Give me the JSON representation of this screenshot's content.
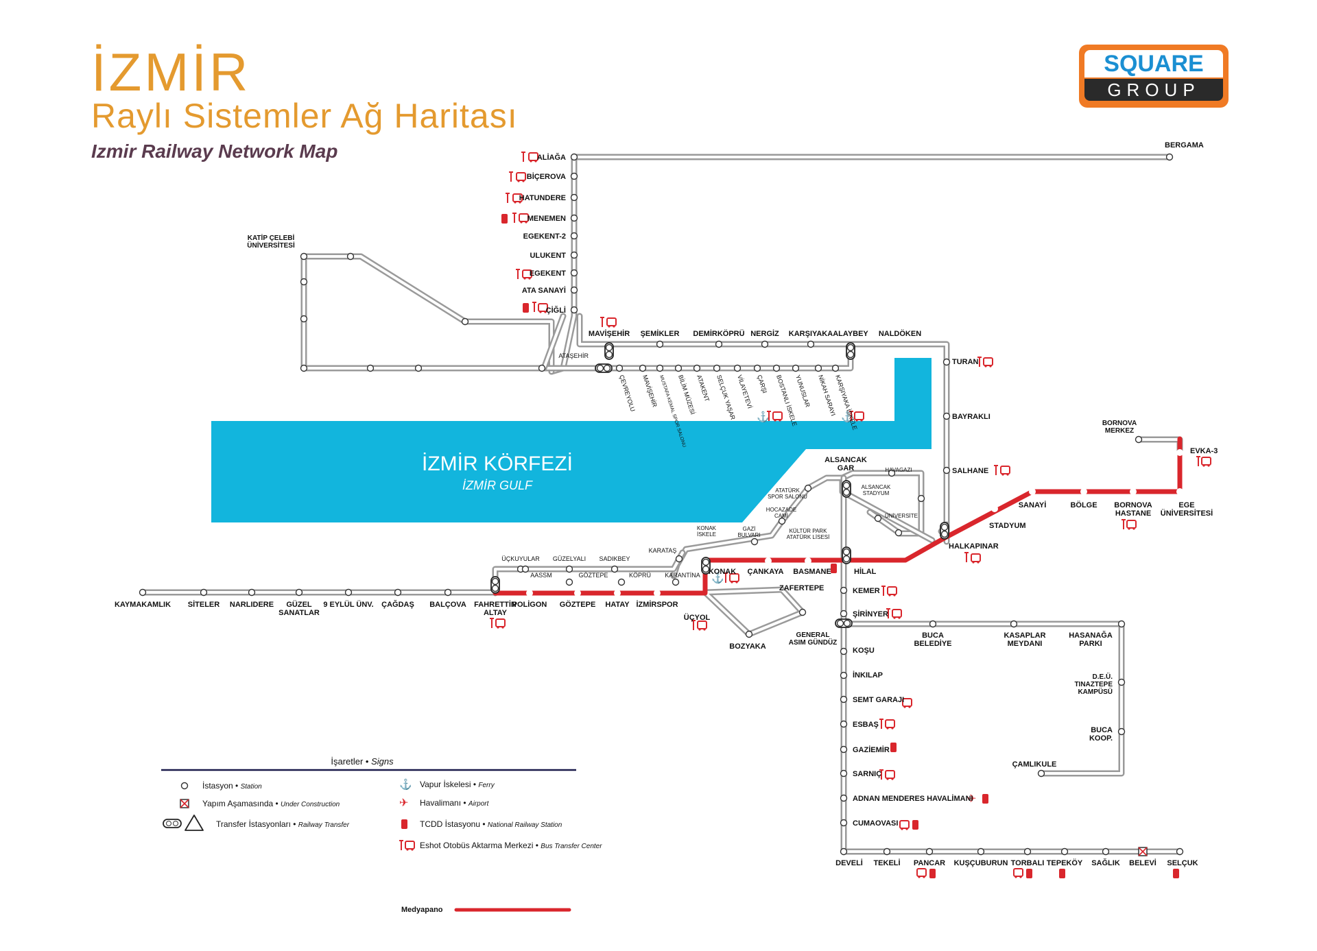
{
  "header": {
    "title": "İZMİR",
    "subtitle": "Raylı Sistemler Ağ Haritası",
    "subtitle_en": "Izmir Railway Network Map"
  },
  "logo": {
    "top": "SQUARE",
    "bottom": "GROUP"
  },
  "gulf": {
    "name": "İZMİR KÖRFEZİ",
    "name_en": "İZMİR GULF",
    "color": "#12b5dd"
  },
  "colors": {
    "line": "#9a9a9a",
    "line_fill": "#ffffff",
    "highlight": "#d9262c",
    "icon_red": "#d9262c",
    "legend_rule": "#1a1a4a"
  },
  "stations": {
    "izban_north": [
      "ALİAĞA",
      "BİÇEROVA",
      "HATUNDERE",
      "MENEMEN",
      "EGEKENT-2",
      "ULUKENT",
      "EGEKENT",
      "ATA SANAYİ",
      "ÇİĞLİ"
    ],
    "bergama": "BERGAMA",
    "katip": "KATİP ÇELEBİ ÜNİVERSİTESİ",
    "north_shore": [
      "MAVİŞEHİR",
      "ŞEMİKLER",
      "DEMİRKÖPRÜ",
      "NERGİZ",
      "KARŞIYAKA",
      "ALAYBEY",
      "NALDÖKEN"
    ],
    "atasehir": "ATAŞEHİR",
    "tram_karsiyaka": [
      "ÇEVREYOLU",
      "MAVİŞEHİR",
      "MUSTAFA KEMAL SPOR SALONU",
      "BİLİM MÜZESİ",
      "ATAKENT",
      "SELÇUK YAŞAR",
      "VİLAYETEVİ",
      "ÇARŞI",
      "BOSTANLI İSKELE",
      "YUNUSLAR",
      "NİKAH SARAYI",
      "KARŞIYAKA İSKELE"
    ],
    "east": [
      "TURAN",
      "BAYRAKLI",
      "SALHANE",
      "HALKAPINAR",
      "STADYUM"
    ],
    "bornova": [
      "SANAYİ",
      "BÖLGE",
      "BORNOVA HASTANE",
      "EGE ÜNİVERSİTESİ",
      "EVKA-3",
      "BORNOVA MERKEZ"
    ],
    "alsancak": [
      "ALSANCAK GAR",
      "HAVAGAZI",
      "ALSANCAK STADYUM",
      "ÜNİVERSİTE",
      "ATATÜRK SPOR SALONU",
      "HOCAZADE CAMİ",
      "KÜLTÜR PARK ATATÜRK LİSESİ",
      "GAZİ BULVARI",
      "KONAK İSKELE"
    ],
    "tram_konak": [
      "ÜÇKUYULAR",
      "GÜZELYALI",
      "SADIKBEY",
      "KARATAŞ",
      "AASSM",
      "GÖZTEPE",
      "KÖPRÜ",
      "KARANTİNA"
    ],
    "metro_west": [
      "KAYMAKAMLIK",
      "SİTELER",
      "NARLIDERE",
      "GÜZEL SANATLAR",
      "9 EYLÜL ÜNV.",
      "ÇAĞDAŞ",
      "BALÇOVA",
      "FAHRETTİN ALTAY",
      "POLİGON",
      "GÖZTEPE",
      "HATAY",
      "İZMİRSPOR",
      "ÜÇYOL"
    ],
    "center": [
      "KONAK",
      "ÇANKAYA",
      "BASMANE",
      "HİLAL",
      "ZAFERTEPE",
      "BOZYAKA",
      "GENERAL ASIM GÜNDÜZ"
    ],
    "south": [
      "KEMER",
      "ŞİRİNYER",
      "KOŞU",
      "İNKILAP",
      "SEMT GARAJI",
      "ESBAŞ",
      "GAZİEMİR",
      "SARNIÇ",
      "ADNAN MENDERES HAVALİMANI",
      "CUMAOVASI"
    ],
    "buca": [
      "BUCA BELEDİYE",
      "KASAPLAR MEYDANI",
      "HASANAĞA PARKI",
      "D.E.Ü. TINAZTEPE KAMPÜSÜ",
      "BUCA KOOP.",
      "ÇAMLIKULE"
    ],
    "selcuk": [
      "DEVELİ",
      "TEKELİ",
      "PANCAR",
      "KUŞÇUBURUN",
      "TORBALI",
      "TEPEKÖY",
      "SAĞLIK",
      "BELEVİ",
      "SELÇUK"
    ]
  },
  "legend": {
    "title": "İşaretler",
    "title_en": "Signs",
    "items": [
      {
        "label": "İstasyon",
        "en": "Station",
        "icon": "station-icon"
      },
      {
        "label": "Yapım Aşamasında",
        "en": "Under Construction",
        "icon": "construction-icon"
      },
      {
        "label": "Transfer İstasyonları",
        "en": "Railway Transfer",
        "icon": "transfer-icon"
      },
      {
        "label": "Vapur İskelesi",
        "en": "Ferry",
        "icon": "anchor-icon"
      },
      {
        "label": "Havalimanı",
        "en": "Airport",
        "icon": "airplane-icon"
      },
      {
        "label": "TCDD İstasyonu",
        "en": "National Railway Station",
        "icon": "train-icon"
      },
      {
        "label": "Eshot Otobüs Aktarma Merkezi",
        "en": "Bus Transfer Center",
        "icon": "bus-icon"
      }
    ],
    "medyapano": "Medyapano"
  }
}
